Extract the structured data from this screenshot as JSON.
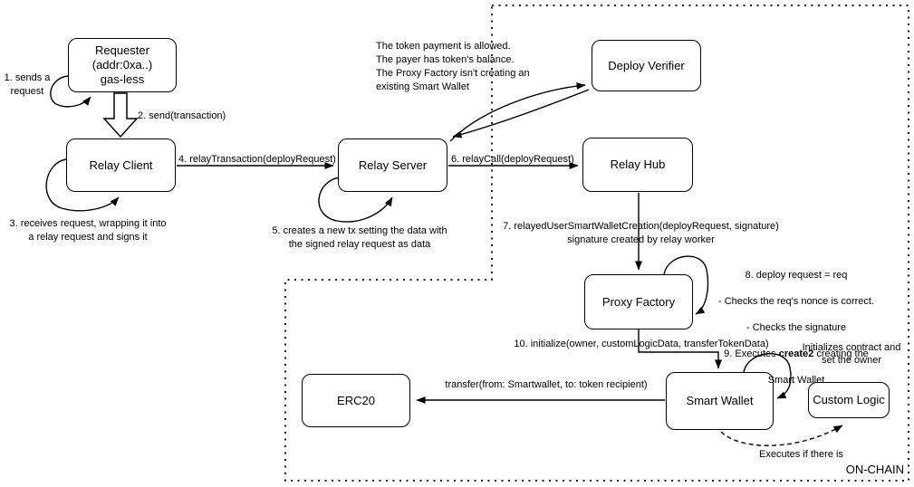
{
  "boxes": {
    "requester": "Requester\n(addr:0xa..)\ngas-less",
    "relay_client": "Relay Client",
    "relay_server": "Relay Server",
    "deploy_verifier": "Deploy Verifier",
    "relay_hub": "Relay Hub",
    "proxy_factory": "Proxy Factory",
    "smart_wallet": "Smart Wallet",
    "erc20": "ERC20",
    "custom_logic": "Custom Logic"
  },
  "labels": {
    "step1": "1. sends a\nrequest",
    "step2": "2. send(transaction)",
    "step3": "3. receives request, wrapping it into\na relay request and signs it",
    "step4": "4. relayTransaction(deployRequest)",
    "step5": "5. creates a new tx setting the data with\nthe signed relay request as data",
    "step6": "6. relayCall(deployRequest)",
    "step7": "7. relayedUserSmartWalletCreation(deployRequest, signature)\nsignature created by relay worker",
    "step8_line1": "8. deploy request = req",
    "step8_line2": "- Checks the req's nonce is correct.",
    "step8_line3": "- Checks the signature",
    "step9_pre": "9. Executes ",
    "step9_bold": "create2",
    "step9_post": " creating the",
    "step9_line2": "Smart Wallet",
    "step10": "10. initialize(owner, customLogicData, transferTokenData)",
    "verifier_note": "The token payment is allowed.\nThe payer has token's balance.\nThe Proxy Factory isn't creating an\nexisting Smart Wallet",
    "init_note": "Initializes contract and\nset the owner",
    "transfer": "transfer(from: Smartwallet, to: token recipient)",
    "executes": "Executes if there is",
    "onchain": "ON-CHAIN"
  },
  "colors": {
    "line": "#000000",
    "background": "#ffffff"
  }
}
